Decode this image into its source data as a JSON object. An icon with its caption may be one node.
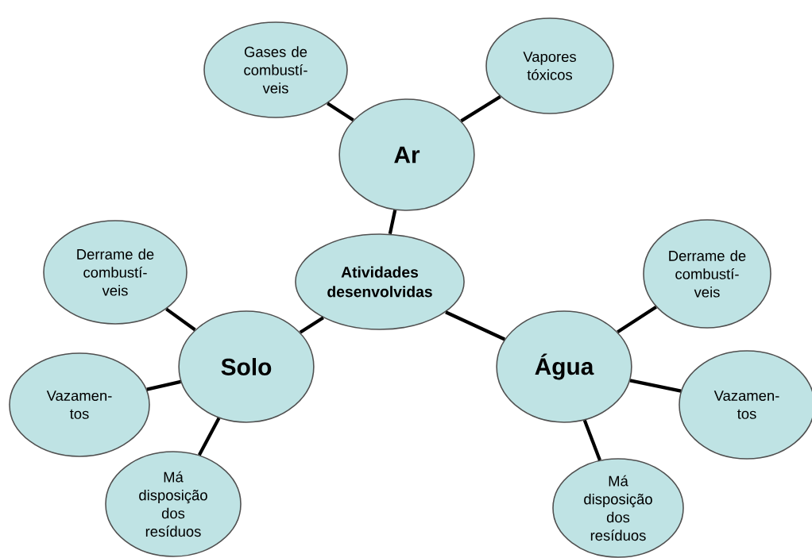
{
  "diagram": {
    "nodes": [
      {
        "text": [
          "Ar"
        ]
      },
      {
        "text": [
          "Gases de combustí-veis"
        ]
      },
      {
        "text": [
          "Vapores tóxicos"
        ]
      },
      {
        "text": [
          "Atividades desenvolvidas"
        ]
      },
      {
        "text": [
          "Solo"
        ]
      },
      {
        "text": [
          "Derrame de combustí-veis"
        ]
      },
      {
        "text": [
          "Vazamen-tos"
        ]
      },
      {
        "text": [
          "Má disposição dos resíduos"
        ]
      },
      {
        "text": [
          "Água"
        ]
      },
      {
        "text": [
          "Derrame de combustí-veis"
        ]
      },
      {
        "text": [
          "Vazamen-tos"
        ]
      },
      {
        "text": [
          "Má disposição dos resíduos"
        ]
      }
    ],
    "edges": [
      {
        "from": 3,
        "to": 0,
        "arrow": "none"
      },
      {
        "from": 0,
        "to": 1,
        "arrow": "none"
      },
      {
        "from": 0,
        "to": 2,
        "arrow": "none"
      },
      {
        "from": 3,
        "to": 4,
        "arrow": "none"
      },
      {
        "from": 3,
        "to": 8,
        "arrow": "none"
      },
      {
        "from": 4,
        "to": 5,
        "arrow": "none"
      },
      {
        "from": 4,
        "to": 6,
        "arrow": "none"
      },
      {
        "from": 4,
        "to": 7,
        "arrow": "none"
      },
      {
        "from": 8,
        "to": 9,
        "arrow": "none"
      },
      {
        "from": 8,
        "to": 10,
        "arrow": "none"
      },
      {
        "from": 8,
        "to": 11,
        "arrow": "none"
      }
    ]
  }
}
